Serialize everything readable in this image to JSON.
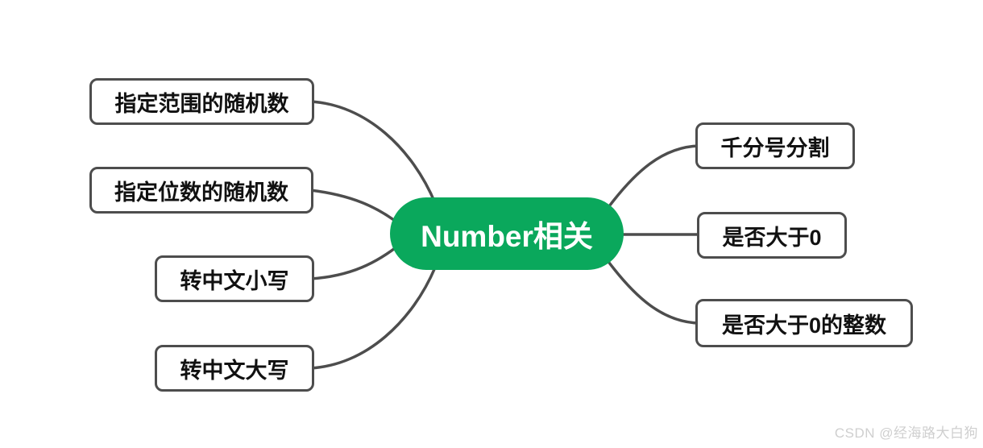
{
  "diagram": {
    "type": "mindmap",
    "root": {
      "label": "Number相关"
    },
    "left_nodes": [
      {
        "label": "指定范围的随机数"
      },
      {
        "label": "指定位数的随机数"
      },
      {
        "label": "转中文小写"
      },
      {
        "label": "转中文大写"
      }
    ],
    "right_nodes": [
      {
        "label": "千分号分割"
      },
      {
        "label": "是否大于0"
      },
      {
        "label": "是否大于0的整数"
      }
    ],
    "colors": {
      "root_fill": "#0aa85c",
      "root_text": "#ffffff",
      "branch_fill": "#ffffff",
      "branch_border": "#4d4d4d",
      "branch_text": "#111111",
      "connector": "#4d4d4d",
      "background": "#ffffff",
      "watermark_color": "#cfcfcf"
    }
  },
  "watermark": {
    "text": "CSDN @经海路大白狗"
  }
}
